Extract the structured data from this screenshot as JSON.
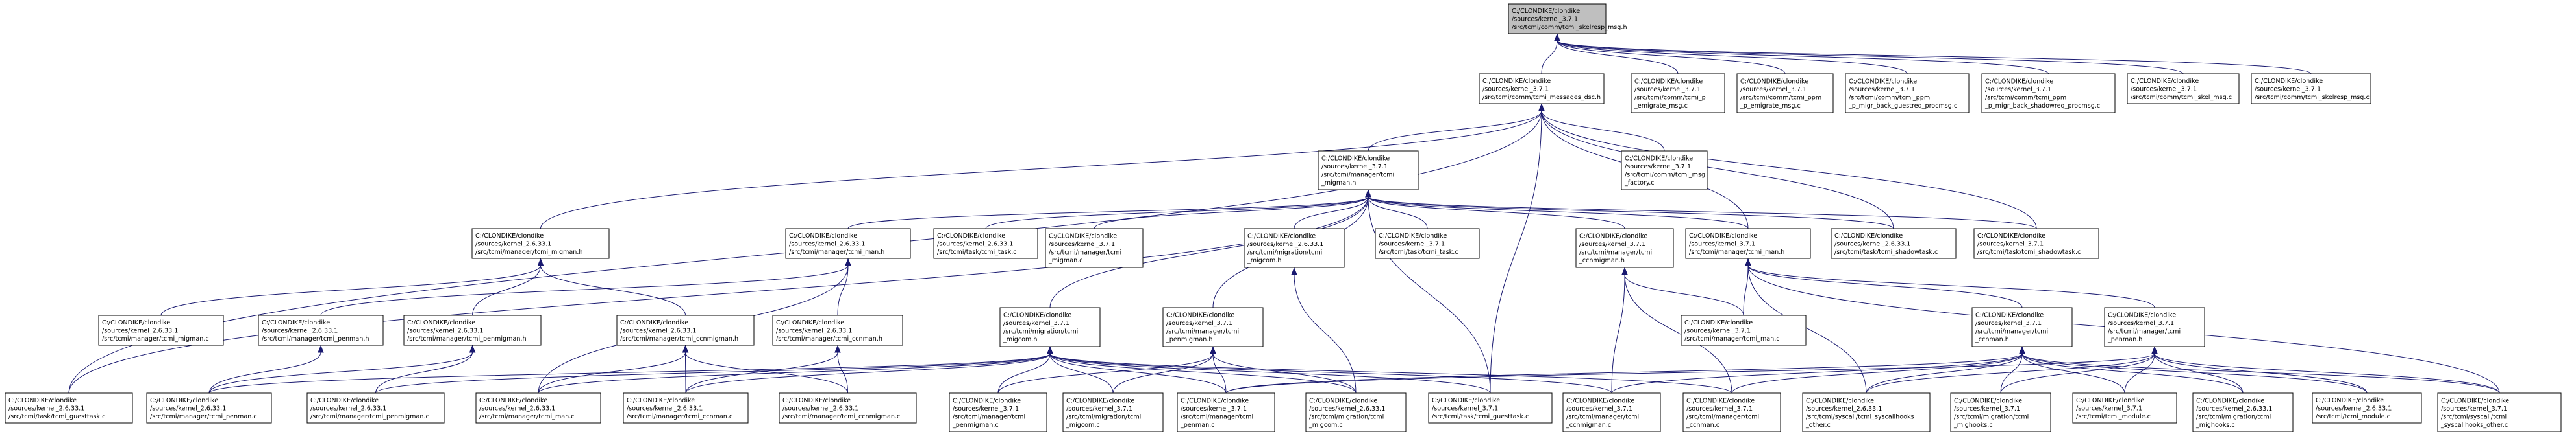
{
  "colors": {
    "root_fill": "#bfbfbf",
    "node_fill": "#ffffff",
    "node_stroke": "#000000",
    "edge": "#191970"
  },
  "nodes": [
    {
      "id": "root",
      "lines": [
        "C:/CLONDIKE/clondike",
        "/sources/kernel_3.7.1",
        "/src/tcmi/comm/tcmi_skelresp_msg.h"
      ]
    },
    {
      "id": "msgdisc",
      "lines": [
        "C:/CLONDIKE/clondike",
        "/sources/kernel_3.7.1",
        "/src/tcmi/comm/tcmi_messages_dsc.h"
      ]
    },
    {
      "id": "p_emigrate",
      "lines": [
        "C:/CLONDIKE/clondike",
        "/sources/kernel_3.7.1",
        "/src/tcmi/comm/tcmi_p",
        "_emigrate_msg.c"
      ]
    },
    {
      "id": "ppm_p_emigrate",
      "lines": [
        "C:/CLONDIKE/clondike",
        "/sources/kernel_3.7.1",
        "/src/tcmi/comm/tcmi_ppm",
        "_p_emigrate_msg.c"
      ]
    },
    {
      "id": "ppm_guestreq",
      "lines": [
        "C:/CLONDIKE/clondike",
        "/sources/kernel_3.7.1",
        "/src/tcmi/comm/tcmi_ppm",
        "_p_migr_back_guestreq_procmsg.c"
      ]
    },
    {
      "id": "ppm_shadowreq",
      "lines": [
        "C:/CLONDIKE/clondike",
        "/sources/kernel_3.7.1",
        "/src/tcmi/comm/tcmi_ppm",
        "_p_migr_back_shadowreq_procmsg.c"
      ]
    },
    {
      "id": "skel_msg",
      "lines": [
        "C:/CLONDIKE/clondike",
        "/sources/kernel_3.7.1",
        "/src/tcmi/comm/tcmi_skel_msg.c"
      ]
    },
    {
      "id": "skelresp_msg_c",
      "lines": [
        "C:/CLONDIKE/clondike",
        "/sources/kernel_3.7.1",
        "/src/tcmi/comm/tcmi_skelresp_msg.c"
      ]
    },
    {
      "id": "migman_h_371",
      "lines": [
        "C:/CLONDIKE/clondike",
        "/sources/kernel_3.7.1",
        "/src/tcmi/manager/tcmi",
        "_migman.h"
      ]
    },
    {
      "id": "msg_factory",
      "lines": [
        "C:/CLONDIKE/clondike",
        "/sources/kernel_3.7.1",
        "/src/tcmi/comm/tcmi_msg",
        "_factory.c"
      ]
    },
    {
      "id": "migman_h_2633",
      "lines": [
        "C:/CLONDIKE/clondike",
        "/sources/kernel_2.6.33.1",
        "/src/tcmi/manager/tcmi_migman.h"
      ]
    },
    {
      "id": "man_h_2633",
      "lines": [
        "C:/CLONDIKE/clondike",
        "/sources/kernel_2.6.33.1",
        "/src/tcmi/manager/tcmi_man.h"
      ]
    },
    {
      "id": "task_2633",
      "lines": [
        "C:/CLONDIKE/clondike",
        "/sources/kernel_2.6.33.1",
        "/src/tcmi/task/tcmi_task.c"
      ]
    },
    {
      "id": "migman_c_371",
      "lines": [
        "C:/CLONDIKE/clondike",
        "/sources/kernel_3.7.1",
        "/src/tcmi/manager/tcmi",
        "_migman.c"
      ]
    },
    {
      "id": "migcom_h_2633",
      "lines": [
        "C:/CLONDIKE/clondike",
        "/sources/kernel_2.6.33.1",
        "/src/tcmi/migration/tcmi",
        "_migcom.h"
      ]
    },
    {
      "id": "task_371",
      "lines": [
        "C:/CLONDIKE/clondike",
        "/sources/kernel_3.7.1",
        "/src/tcmi/task/tcmi_task.c"
      ]
    },
    {
      "id": "ccnmigman_h_371",
      "lines": [
        "C:/CLONDIKE/clondike",
        "/sources/kernel_3.7.1",
        "/src/tcmi/manager/tcmi",
        "_ccnmigman.h"
      ]
    },
    {
      "id": "man_h_371",
      "lines": [
        "C:/CLONDIKE/clondike",
        "/sources/kernel_3.7.1",
        "/src/tcmi/manager/tcmi_man.h"
      ]
    },
    {
      "id": "shadowtask_2633",
      "lines": [
        "C:/CLONDIKE/clondike",
        "/sources/kernel_2.6.33.1",
        "/src/tcmi/task/tcmi_shadowtask.c"
      ]
    },
    {
      "id": "shadowtask_371",
      "lines": [
        "C:/CLONDIKE/clondike",
        "/sources/kernel_3.7.1",
        "/src/tcmi/task/tcmi_shadowtask.c"
      ]
    },
    {
      "id": "migman_c_2633",
      "lines": [
        "C:/CLONDIKE/clondike",
        "/sources/kernel_2.6.33.1",
        "/src/tcmi/manager/tcmi_migman.c"
      ]
    },
    {
      "id": "penman_h_2633",
      "lines": [
        "C:/CLONDIKE/clondike",
        "/sources/kernel_2.6.33.1",
        "/src/tcmi/manager/tcmi_penman.h"
      ]
    },
    {
      "id": "penmigman_h_2633",
      "lines": [
        "C:/CLONDIKE/clondike",
        "/sources/kernel_2.6.33.1",
        "/src/tcmi/manager/tcmi_penmigman.h"
      ]
    },
    {
      "id": "ccnmigman_h_2633",
      "lines": [
        "C:/CLONDIKE/clondike",
        "/sources/kernel_2.6.33.1",
        "/src/tcmi/manager/tcmi_ccnmigman.h"
      ]
    },
    {
      "id": "ccnman_h_2633",
      "lines": [
        "C:/CLONDIKE/clondike",
        "/sources/kernel_2.6.33.1",
        "/src/tcmi/manager/tcmi_ccnman.h"
      ]
    },
    {
      "id": "migcom_h_371",
      "lines": [
        "C:/CLONDIKE/clondike",
        "/sources/kernel_3.7.1",
        "/src/tcmi/migration/tcmi",
        "_migcom.h"
      ]
    },
    {
      "id": "penmigman_h_371",
      "lines": [
        "C:/CLONDIKE/clondike",
        "/sources/kernel_3.7.1",
        "/src/tcmi/manager/tcmi",
        "_penmigman.h"
      ]
    },
    {
      "id": "man_c_371",
      "lines": [
        "C:/CLONDIKE/clondike",
        "/sources/kernel_3.7.1",
        "/src/tcmi/manager/tcmi_man.c"
      ]
    },
    {
      "id": "ccnman_h_371",
      "lines": [
        "C:/CLONDIKE/clondike",
        "/sources/kernel_3.7.1",
        "/src/tcmi/manager/tcmi",
        "_ccnman.h"
      ]
    },
    {
      "id": "penman_h_371",
      "lines": [
        "C:/CLONDIKE/clondike",
        "/sources/kernel_3.7.1",
        "/src/tcmi/manager/tcmi",
        "_penman.h"
      ]
    },
    {
      "id": "guesttask_2633",
      "lines": [
        "C:/CLONDIKE/clondike",
        "/sources/kernel_2.6.33.1",
        "/src/tcmi/task/tcmi_guesttask.c"
      ]
    },
    {
      "id": "penman_c_2633",
      "lines": [
        "C:/CLONDIKE/clondike",
        "/sources/kernel_2.6.33.1",
        "/src/tcmi/manager/tcmi_penman.c"
      ]
    },
    {
      "id": "penmigman_c_2633",
      "lines": [
        "C:/CLONDIKE/clondike",
        "/sources/kernel_2.6.33.1",
        "/src/tcmi/manager/tcmi_penmigman.c"
      ]
    },
    {
      "id": "man_c_2633",
      "lines": [
        "C:/CLONDIKE/clondike",
        "/sources/kernel_2.6.33.1",
        "/src/tcmi/manager/tcmi_man.c"
      ]
    },
    {
      "id": "ccnman_c_2633",
      "lines": [
        "C:/CLONDIKE/clondike",
        "/sources/kernel_2.6.33.1",
        "/src/tcmi/manager/tcmi_ccnman.c"
      ]
    },
    {
      "id": "ccnmigman_c_2633",
      "lines": [
        "C:/CLONDIKE/clondike",
        "/sources/kernel_2.6.33.1",
        "/src/tcmi/manager/tcmi_ccnmigman.c"
      ]
    },
    {
      "id": "penmigman_c_371",
      "lines": [
        "C:/CLONDIKE/clondike",
        "/sources/kernel_3.7.1",
        "/src/tcmi/manager/tcmi",
        "_penmigman.c"
      ]
    },
    {
      "id": "migcom_c_371",
      "lines": [
        "C:/CLONDIKE/clondike",
        "/sources/kernel_3.7.1",
        "/src/tcmi/migration/tcmi",
        "_migcom.c"
      ]
    },
    {
      "id": "penman_c_371",
      "lines": [
        "C:/CLONDIKE/clondike",
        "/sources/kernel_3.7.1",
        "/src/tcmi/manager/tcmi",
        "_penman.c"
      ]
    },
    {
      "id": "migcom_c_2633",
      "lines": [
        "C:/CLONDIKE/clondike",
        "/sources/kernel_2.6.33.1",
        "/src/tcmi/migration/tcmi",
        "_migcom.c"
      ]
    },
    {
      "id": "guesttask_371",
      "lines": [
        "C:/CLONDIKE/clondike",
        "/sources/kernel_3.7.1",
        "/src/tcmi/task/tcmi_guesttask.c"
      ]
    },
    {
      "id": "ccnmigman_c_371",
      "lines": [
        "C:/CLONDIKE/clondike",
        "/sources/kernel_3.7.1",
        "/src/tcmi/manager/tcmi",
        "_ccnmigman.c"
      ]
    },
    {
      "id": "ccnman_c_371",
      "lines": [
        "C:/CLONDIKE/clondike",
        "/sources/kernel_3.7.1",
        "/src/tcmi/manager/tcmi",
        "_ccnman.c"
      ]
    },
    {
      "id": "syscallhooks_2633",
      "lines": [
        "C:/CLONDIKE/clondike",
        "/sources/kernel_2.6.33.1",
        "/src/tcmi/syscall/tcmi_syscallhooks",
        "_other.c"
      ]
    },
    {
      "id": "mighooks_371",
      "lines": [
        "C:/CLONDIKE/clondike",
        "/sources/kernel_3.7.1",
        "/src/tcmi/migration/tcmi",
        "_mighooks.c"
      ]
    },
    {
      "id": "module_371",
      "lines": [
        "C:/CLONDIKE/clondike",
        "/sources/kernel_3.7.1",
        "/src/tcmi/tcmi_module.c"
      ]
    },
    {
      "id": "mighooks_2633",
      "lines": [
        "C:/CLONDIKE/clondike",
        "/sources/kernel_2.6.33.1",
        "/src/tcmi/migration/tcmi",
        "_mighooks.c"
      ]
    },
    {
      "id": "module_2633",
      "lines": [
        "C:/CLONDIKE/clondike",
        "/sources/kernel_2.6.33.1",
        "/src/tcmi/tcmi_module.c"
      ]
    },
    {
      "id": "syscallhooks_371",
      "lines": [
        "C:/CLONDIKE/clondike",
        "/sources/kernel_3.7.1",
        "/src/tcmi/syscall/tcmi",
        "_syscallhooks_other.c"
      ]
    }
  ],
  "edges": [
    [
      "msgdisc",
      "root"
    ],
    [
      "p_emigrate",
      "root"
    ],
    [
      "ppm_p_emigrate",
      "root"
    ],
    [
      "ppm_guestreq",
      "root"
    ],
    [
      "ppm_shadowreq",
      "root"
    ],
    [
      "skel_msg",
      "root"
    ],
    [
      "skelresp_msg_c",
      "root"
    ],
    [
      "migman_h_371",
      "msgdisc"
    ],
    [
      "msg_factory",
      "msgdisc"
    ],
    [
      "migman_h_2633",
      "msgdisc"
    ],
    [
      "guesttask_2633",
      "msgdisc"
    ],
    [
      "guesttask_371",
      "msgdisc"
    ],
    [
      "shadowtask_2633",
      "msgdisc"
    ],
    [
      "shadowtask_371",
      "msgdisc"
    ],
    [
      "man_h_371",
      "msgdisc"
    ],
    [
      "man_h_2633",
      "migman_h_371"
    ],
    [
      "task_2633",
      "migman_h_371"
    ],
    [
      "migman_c_371",
      "migman_h_371"
    ],
    [
      "migcom_h_2633",
      "migman_h_371"
    ],
    [
      "task_371",
      "migman_h_371"
    ],
    [
      "ccnmigman_h_371",
      "migman_h_371"
    ],
    [
      "man_h_371",
      "migman_h_371"
    ],
    [
      "shadowtask_2633",
      "migman_h_371"
    ],
    [
      "shadowtask_371",
      "migman_h_371"
    ],
    [
      "migcom_h_371",
      "migman_h_371"
    ],
    [
      "penmigman_h_371",
      "migman_h_371"
    ],
    [
      "guesttask_371",
      "migman_h_371"
    ],
    [
      "guesttask_2633",
      "migman_h_371"
    ],
    [
      "migman_c_2633",
      "migman_h_2633"
    ],
    [
      "penmigman_h_2633",
      "migman_h_2633"
    ],
    [
      "ccnmigman_h_2633",
      "migman_h_2633"
    ],
    [
      "penman_h_2633",
      "man_h_2633"
    ],
    [
      "ccnman_h_2633",
      "man_h_2633"
    ],
    [
      "man_c_2633",
      "man_h_2633"
    ],
    [
      "penman_c_2633",
      "penman_h_2633"
    ],
    [
      "penman_c_2633",
      "penmigman_h_2633"
    ],
    [
      "penmigman_c_2633",
      "penmigman_h_2633"
    ],
    [
      "ccnman_c_2633",
      "ccnmigman_h_2633"
    ],
    [
      "ccnmigman_c_2633",
      "ccnmigman_h_2633"
    ],
    [
      "man_c_2633",
      "ccnmigman_h_2633"
    ],
    [
      "ccnman_c_2633",
      "ccnman_h_2633"
    ],
    [
      "ccnmigman_c_2633",
      "ccnman_h_2633"
    ],
    [
      "migcom_c_2633",
      "migcom_h_2633"
    ],
    [
      "ccnman_c_371",
      "ccnmigman_h_371"
    ],
    [
      "ccnmigman_c_371",
      "ccnmigman_h_371"
    ],
    [
      "man_c_371",
      "ccnmigman_h_371"
    ],
    [
      "man_c_371",
      "man_h_371"
    ],
    [
      "ccnman_h_371",
      "man_h_371"
    ],
    [
      "penman_h_371",
      "man_h_371"
    ],
    [
      "syscallhooks_2633",
      "man_h_371"
    ],
    [
      "syscallhooks_371",
      "man_h_371"
    ],
    [
      "penmigman_c_371",
      "migcom_h_371"
    ],
    [
      "migcom_c_371",
      "migcom_h_371"
    ],
    [
      "penman_c_371",
      "migcom_h_371"
    ],
    [
      "migcom_c_2633",
      "migcom_h_371"
    ],
    [
      "guesttask_371",
      "migcom_h_371"
    ],
    [
      "penman_c_2633",
      "migcom_h_371"
    ],
    [
      "penmigman_c_2633",
      "migcom_h_371"
    ],
    [
      "man_c_2633",
      "migcom_h_371"
    ],
    [
      "ccnman_c_2633",
      "migcom_h_371"
    ],
    [
      "ccnmigman_c_371",
      "migcom_h_371"
    ],
    [
      "ccnman_c_371",
      "migcom_h_371"
    ],
    [
      "penmigman_c_371",
      "penmigman_h_371"
    ],
    [
      "migcom_c_371",
      "penmigman_h_371"
    ],
    [
      "penman_c_371",
      "penmigman_h_371"
    ],
    [
      "migcom_c_2633",
      "penmigman_h_371"
    ],
    [
      "ccnman_c_371",
      "ccnman_h_371"
    ],
    [
      "ccnmigman_c_371",
      "ccnman_h_371"
    ],
    [
      "syscallhooks_2633",
      "ccnman_h_371"
    ],
    [
      "mighooks_371",
      "ccnman_h_371"
    ],
    [
      "module_371",
      "ccnman_h_371"
    ],
    [
      "mighooks_2633",
      "ccnman_h_371"
    ],
    [
      "module_2633",
      "ccnman_h_371"
    ],
    [
      "syscallhooks_371",
      "ccnman_h_371"
    ],
    [
      "penman_c_371",
      "ccnman_h_371"
    ],
    [
      "penman_c_371",
      "penman_h_371"
    ],
    [
      "syscallhooks_2633",
      "penman_h_371"
    ],
    [
      "mighooks_371",
      "penman_h_371"
    ],
    [
      "module_371",
      "penman_h_371"
    ],
    [
      "mighooks_2633",
      "penman_h_371"
    ],
    [
      "module_2633",
      "penman_h_371"
    ],
    [
      "syscallhooks_371",
      "penman_h_371"
    ]
  ]
}
